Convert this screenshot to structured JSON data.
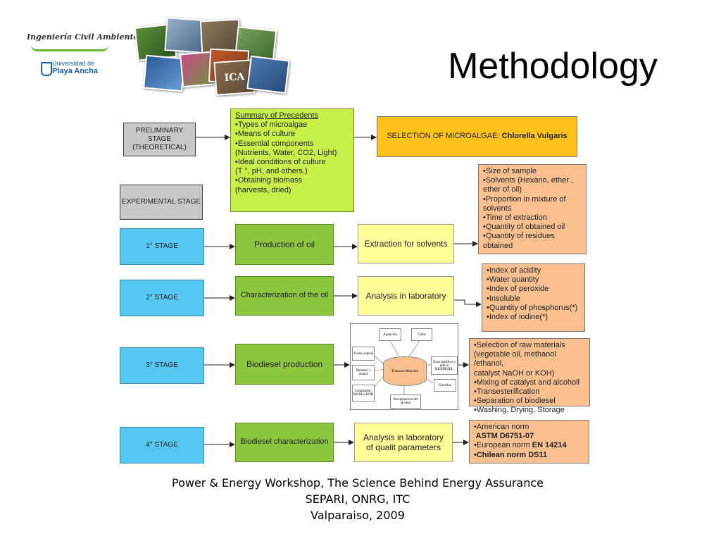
{
  "header": {
    "logo_top": "Ingeniería Civil Ambiental",
    "logo_university": "Universidad de",
    "logo_university2": "Playa Ancha",
    "collage_label": "ICA"
  },
  "title": "Methodology",
  "flow": {
    "preliminary": "PRELIMINARY STAGE\n(THEORETICAL)",
    "experimental": "EXPERIMENTAL STAGE",
    "summary": {
      "heading": "Summary of Precedents",
      "items": "•Types of microalgae\n•Means of culture\n•Essential components\n(Nutrients, Water, CO2, Light)\n•Ideal conditions of culture\n (T °, pH, and others.)\n•Obtaining biomass\n (harvests, dried)"
    },
    "selection_prefix": "SELECTION OF MICROALGAE: ",
    "selection_species": "Chlorella Vulgaris",
    "stage1": "1° STAGE",
    "stage2": "2° STAGE",
    "stage3": "3° STAGE",
    "stage4": "4° STAGE",
    "prod_oil": "Production of oil",
    "char_oil": "Characterization of the oil",
    "biodiesel_prod": "Biodiesel production",
    "biodiesel_char": "Biodiesel characterization",
    "extraction": "Extraction for solvents",
    "analysis": "Analysis in laboratory",
    "analysis_qualit": "Analysis in laboratory\nof qualit parameters",
    "extraction_params": "•Size of sample\n•Solvents (Hexano, ether ,\n ether of oil)\n•Proportion in mixture of\n solvents\n•Time of extraction\n•Quantity of obtained oil\n•Quantity of residues\n obtained",
    "oil_params": "•Index of acidity\n•Water quantity\n•Index of peroxide\n•Insoluble\n•Quantity of phosphorus(*)\n•Index of iodine(*)",
    "biodiesel_steps": "•Selection of raw materials\n (vegetable oil, methanol /ethanol,\n catalyst NaOH or KOH)\n•Mixing of catalyst and alcoholl\n•Transesterification\n•Separation of biodiesel\n•Washing, Drying, Storage",
    "norms": {
      "american": "•American norm",
      "astm": " ASTM D6751-07",
      "european": "•European norm ",
      "en": "EN 14214",
      "chilean": "•Chilean norm DS11"
    },
    "process": {
      "agitation": "Agitación",
      "heat": "Calor",
      "veg_oil": "Aceite vegetal",
      "methanol": "Metanol o etanol",
      "catalyst": "Catalizador: NaOH o KOH",
      "tank": "Transesterificación",
      "esters": "Ester metílico o etílico BIODIESEL",
      "glycerin": "Glicerina",
      "recovery": "Recuperación del alcohol"
    }
  },
  "footer": {
    "line1": "Power & Energy Workshop, The Science Behind Energy Assurance",
    "line2": "SEPARI, ONRG, ITC",
    "line3": "Valparaiso, 2009"
  },
  "colors": {
    "blue": "#56c7f0",
    "green": "#8cc63f",
    "lime": "#c8f048",
    "yellow": "#ffff99",
    "gold": "#ffc21a",
    "peach": "#fac090",
    "gray": "#c8c8c8"
  }
}
